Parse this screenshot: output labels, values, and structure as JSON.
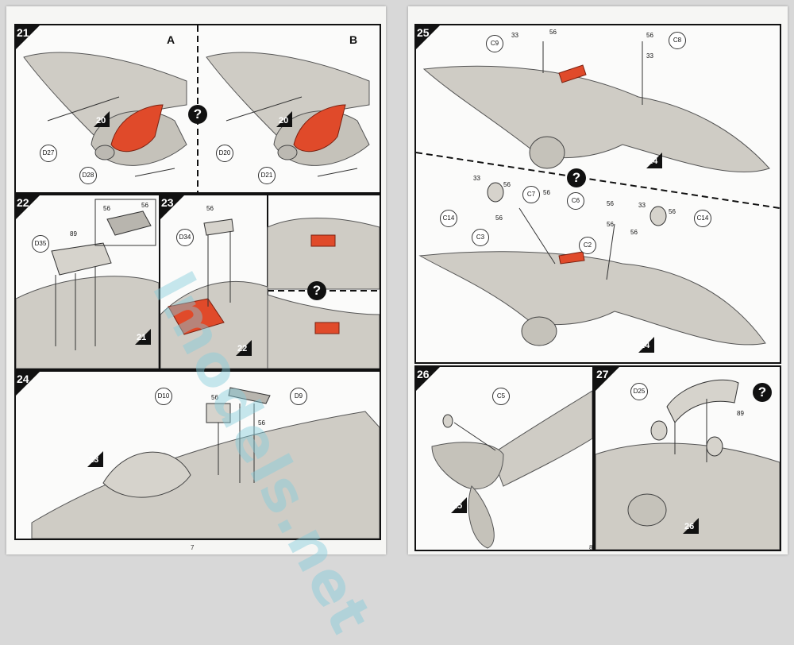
{
  "colors": {
    "red_part": "#e04a2a",
    "plane": "#c9c6bf",
    "line": "#111111"
  },
  "pages": [
    {
      "number": "7",
      "steps": [
        {
          "num": "21",
          "variants": [
            "A",
            "B"
          ],
          "parts": [
            "D27",
            "D28",
            "D20",
            "D21"
          ],
          "refs": [
            "20",
            "20"
          ],
          "question": "?"
        },
        {
          "num": "22",
          "parts": [
            "D35"
          ],
          "nums": [
            "89",
            "56",
            "56"
          ],
          "refs": [
            "21"
          ]
        },
        {
          "num": "23",
          "parts": [
            "D34"
          ],
          "nums": [
            "56"
          ],
          "refs": [
            "22"
          ],
          "question": "?"
        },
        {
          "num": "24",
          "parts": [
            "D10",
            "D9"
          ],
          "nums": [
            "56",
            "56"
          ],
          "refs": [
            "23"
          ]
        }
      ]
    },
    {
      "number": "8",
      "steps": [
        {
          "num": "25",
          "parts": [
            "C9",
            "C8",
            "C14",
            "C3",
            "C7",
            "C6",
            "C2",
            "C14"
          ],
          "nums": [
            "33",
            "56",
            "56",
            "33",
            "33",
            "56",
            "56",
            "56",
            "56",
            "33",
            "56",
            "56",
            "56"
          ],
          "refs": [
            "24",
            "24"
          ],
          "question": "?"
        },
        {
          "num": "26",
          "parts": [
            "C5"
          ],
          "refs": [
            "25"
          ]
        },
        {
          "num": "27",
          "parts": [
            "D25"
          ],
          "nums": [
            "89"
          ],
          "refs": [
            "26"
          ],
          "question": "?"
        }
      ]
    }
  ],
  "watermark": "lmodels.net"
}
